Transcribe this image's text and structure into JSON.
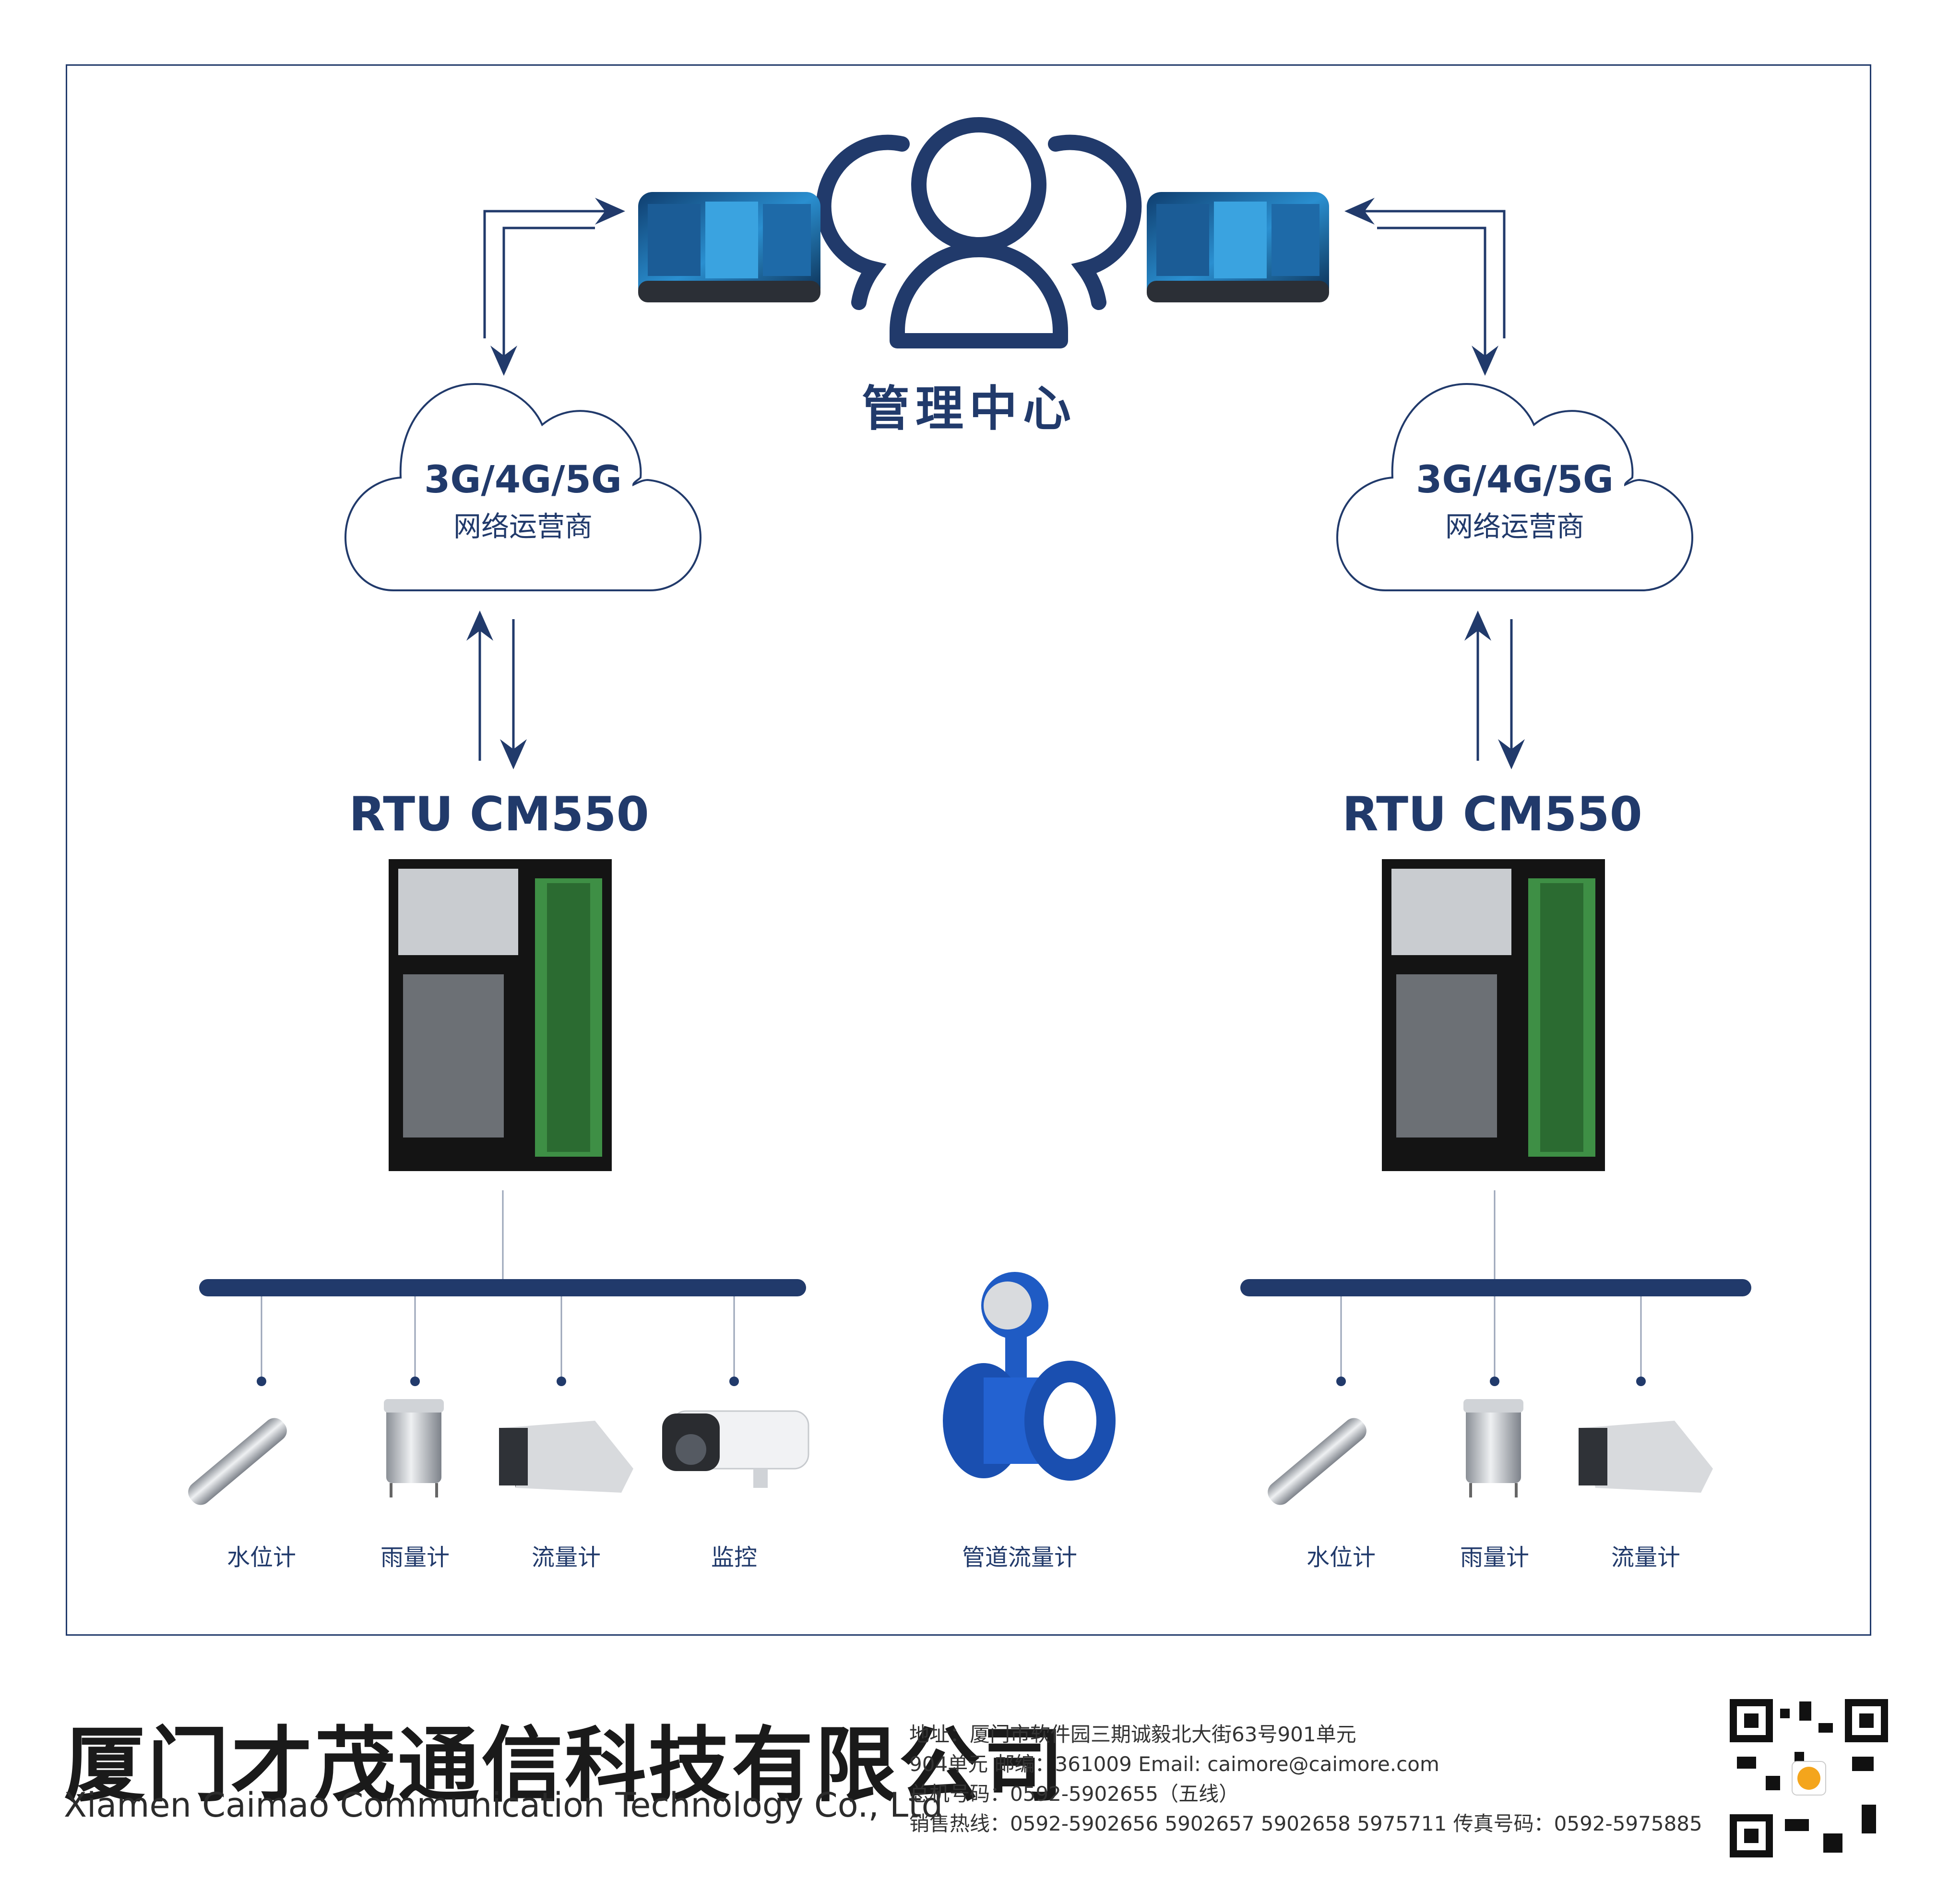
{
  "center": {
    "title": "管理中心"
  },
  "left_branch": {
    "cloud": {
      "network": "3G/4G/5G",
      "operator": "网络运营商"
    },
    "rtu": {
      "title": "RTU CM550"
    },
    "devices": [
      {
        "label": "水位计",
        "icon": "water-level-sensor-icon"
      },
      {
        "label": "雨量计",
        "icon": "rain-gauge-icon"
      },
      {
        "label": "流量计",
        "icon": "flow-meter-icon"
      },
      {
        "label": "监控",
        "icon": "camera-icon"
      }
    ]
  },
  "middle_device": {
    "label": "管道流量计",
    "icon": "pipe-flow-meter-icon"
  },
  "right_branch": {
    "cloud": {
      "network": "3G/4G/5G",
      "operator": "网络运营商"
    },
    "rtu": {
      "title": "RTU CM550"
    },
    "devices": [
      {
        "label": "水位计",
        "icon": "water-level-sensor-icon"
      },
      {
        "label": "雨量计",
        "icon": "rain-gauge-icon"
      },
      {
        "label": "流量计",
        "icon": "flow-meter-icon"
      }
    ]
  },
  "footer": {
    "company_cn": "厦门才茂通信科技有限公司",
    "company_en": "Xiamen Caimao Communication Technology Co., Ltd",
    "address_line1": "地址：厦门市软件园三期诚毅北大街63号901单元",
    "address_line2": "904单元 邮编：361009 Email: caimore@caimore.com",
    "phone": "总机号码：0592-5902655（五线）",
    "sales": "销售热线：0592-5902656 5902657 5902658 5975711 传真号码：0592-5975885"
  },
  "colors": {
    "primary": "#213a6b",
    "text_dark": "#1a1a1a"
  }
}
